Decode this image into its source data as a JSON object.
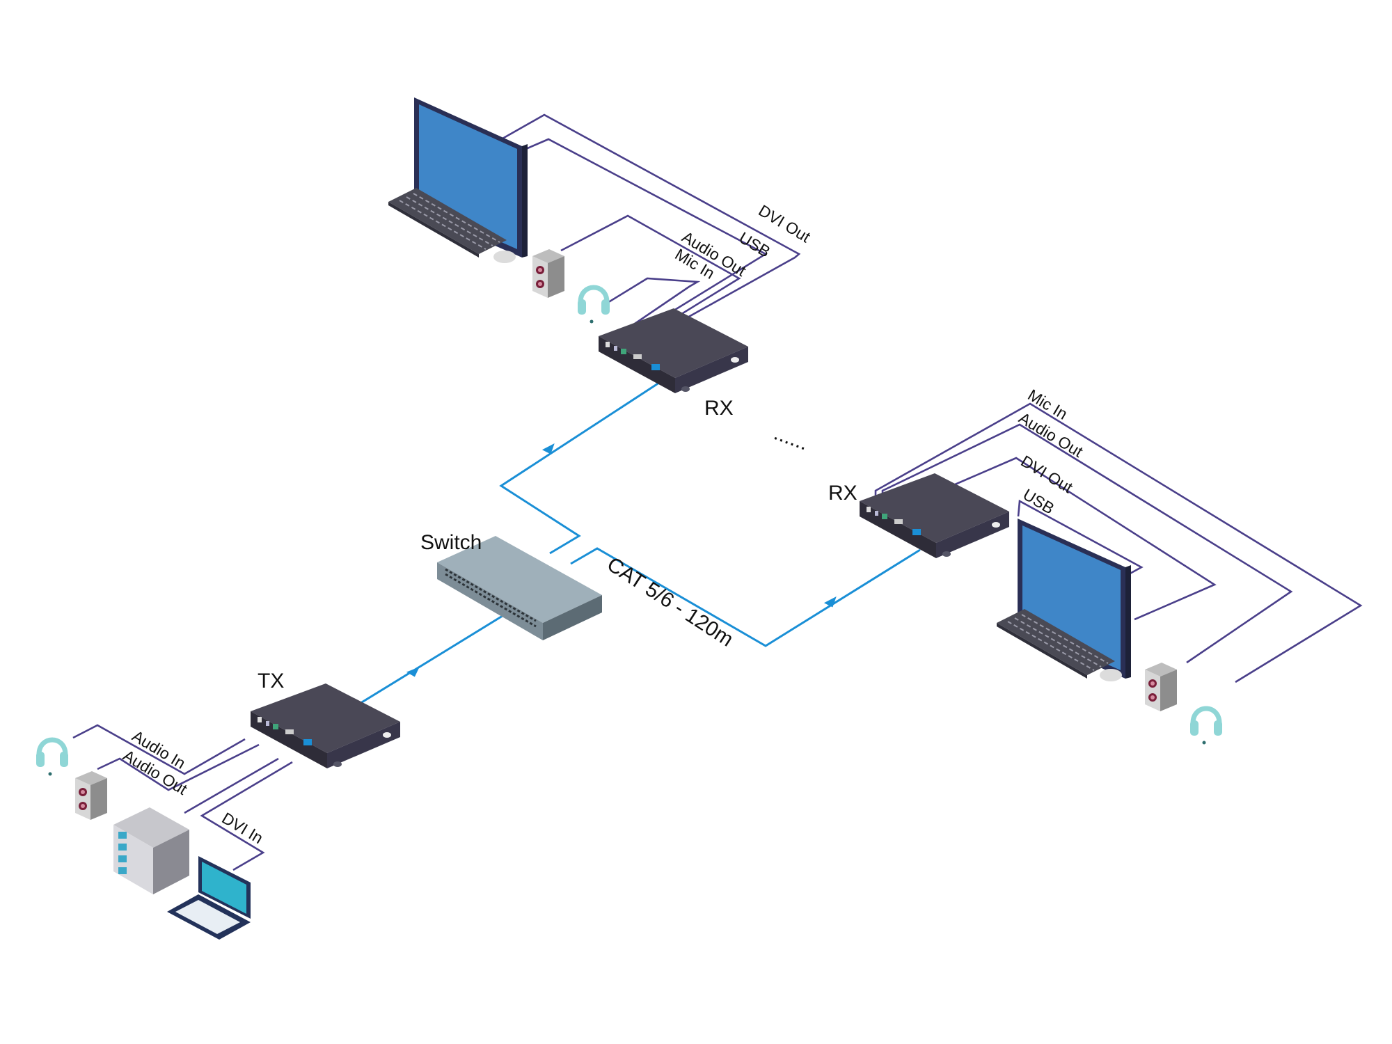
{
  "labels": {
    "rx1": "RX",
    "rx2": "RX",
    "tx": "TX",
    "switch": "Switch",
    "cat": "CAT 5/6 - 120m",
    "dots": "......"
  },
  "rx1_ports": {
    "dvi_out": "DVI Out",
    "usb": "USB",
    "audio_out": "Audio Out",
    "mic_in": "Mic In"
  },
  "rx2_ports": {
    "mic_in": "Mic In",
    "audio_out": "Audio Out",
    "dvi_out": "DVI Out",
    "usb": "USB"
  },
  "tx_ports": {
    "audio_in": "Audio In",
    "audio_out": "Audio Out",
    "dvi_in": "DVI In"
  },
  "colors": {
    "cable": "#4a3f8a",
    "network": "#1a8fd6",
    "device_body": "#3e3c4a",
    "monitor_screen": "#3f86c8",
    "headphone": "#8fd6d6"
  }
}
